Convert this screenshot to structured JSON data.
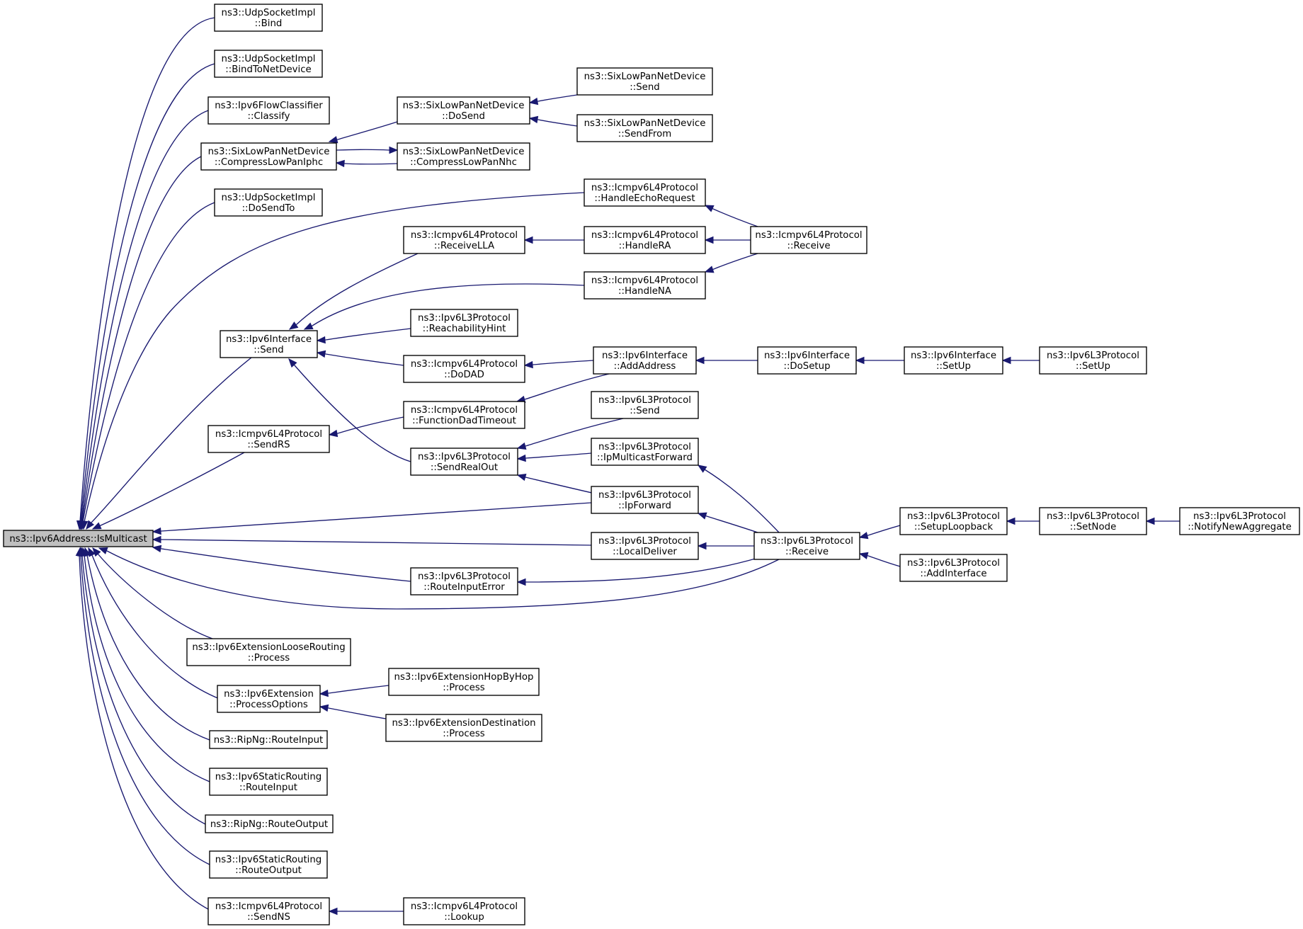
{
  "graph": {
    "title": "",
    "edge_color": "#191970",
    "root_fill": "#bfbfbf",
    "nodes": [
      {
        "id": "n_ismulticast",
        "lines": [
          "ns3::Ipv6Address::IsMulticast"
        ],
        "root": true
      },
      {
        "id": "n_bind",
        "lines": [
          "ns3::UdpSocketImpl",
          "::Bind"
        ]
      },
      {
        "id": "n_bindtonet",
        "lines": [
          "ns3::UdpSocketImpl",
          "::BindToNetDevice"
        ]
      },
      {
        "id": "n_classify",
        "lines": [
          "ns3::Ipv6FlowClassifier",
          "::Classify"
        ]
      },
      {
        "id": "n_compress_iphc",
        "lines": [
          "ns3::SixLowPanNetDevice",
          "::CompressLowPanIphc"
        ]
      },
      {
        "id": "n_dosendto",
        "lines": [
          "ns3::UdpSocketImpl",
          "::DoSendTo"
        ]
      },
      {
        "id": "n_ipv6if_send",
        "lines": [
          "ns3::Ipv6Interface",
          "::Send"
        ]
      },
      {
        "id": "n_sendrs",
        "lines": [
          "ns3::Icmpv6L4Protocol",
          "::SendRS"
        ]
      },
      {
        "id": "n_extloose",
        "lines": [
          "ns3::Ipv6ExtensionLooseRouting",
          "::Process"
        ]
      },
      {
        "id": "n_processoptions",
        "lines": [
          "ns3::Ipv6Extension",
          "::ProcessOptions"
        ]
      },
      {
        "id": "n_ripng_routeinput",
        "lines": [
          "ns3::RipNg::RouteInput"
        ]
      },
      {
        "id": "n_static_routeinput",
        "lines": [
          "ns3::Ipv6StaticRouting",
          "::RouteInput"
        ]
      },
      {
        "id": "n_ripng_routeoutput",
        "lines": [
          "ns3::RipNg::RouteOutput"
        ]
      },
      {
        "id": "n_static_routeoutput",
        "lines": [
          "ns3::Ipv6StaticRouting",
          "::RouteOutput"
        ]
      },
      {
        "id": "n_sendns",
        "lines": [
          "ns3::Icmpv6L4Protocol",
          "::SendNS"
        ]
      },
      {
        "id": "n_dosend",
        "lines": [
          "ns3::SixLowPanNetDevice",
          "::DoSend"
        ]
      },
      {
        "id": "n_compress_nhc",
        "lines": [
          "ns3::SixLowPanNetDevice",
          "::CompressLowPanNhc"
        ]
      },
      {
        "id": "n_receivella",
        "lines": [
          "ns3::Icmpv6L4Protocol",
          "::ReceiveLLA"
        ]
      },
      {
        "id": "n_reachability",
        "lines": [
          "ns3::Ipv6L3Protocol",
          "::ReachabilityHint"
        ]
      },
      {
        "id": "n_dodad",
        "lines": [
          "ns3::Icmpv6L4Protocol",
          "::DoDAD"
        ]
      },
      {
        "id": "n_funcdad",
        "lines": [
          "ns3::Icmpv6L4Protocol",
          "::FunctionDadTimeout"
        ]
      },
      {
        "id": "n_sendrealout",
        "lines": [
          "ns3::Ipv6L3Protocol",
          "::SendRealOut"
        ]
      },
      {
        "id": "n_routeinputerror",
        "lines": [
          "ns3::Ipv6L3Protocol",
          "::RouteInputError"
        ]
      },
      {
        "id": "n_hopbyhop",
        "lines": [
          "ns3::Ipv6ExtensionHopByHop",
          "::Process"
        ]
      },
      {
        "id": "n_destination",
        "lines": [
          "ns3::Ipv6ExtensionDestination",
          "::Process"
        ]
      },
      {
        "id": "n_lookup",
        "lines": [
          "ns3::Icmpv6L4Protocol",
          "::Lookup"
        ]
      },
      {
        "id": "n_sixlow_send",
        "lines": [
          "ns3::SixLowPanNetDevice",
          "::Send"
        ]
      },
      {
        "id": "n_sixlow_sendfrom",
        "lines": [
          "ns3::SixLowPanNetDevice",
          "::SendFrom"
        ]
      },
      {
        "id": "n_handleecho",
        "lines": [
          "ns3::Icmpv6L4Protocol",
          "::HandleEchoRequest"
        ]
      },
      {
        "id": "n_handlera",
        "lines": [
          "ns3::Icmpv6L4Protocol",
          "::HandleRA"
        ]
      },
      {
        "id": "n_handlena",
        "lines": [
          "ns3::Icmpv6L4Protocol",
          "::HandleNA"
        ]
      },
      {
        "id": "n_addaddress",
        "lines": [
          "ns3::Ipv6Interface",
          "::AddAddress"
        ]
      },
      {
        "id": "n_l3_send",
        "lines": [
          "ns3::Ipv6L3Protocol",
          "::Send"
        ]
      },
      {
        "id": "n_ipmcfwd",
        "lines": [
          "ns3::Ipv6L3Protocol",
          "::IpMulticastForward"
        ]
      },
      {
        "id": "n_ipforward",
        "lines": [
          "ns3::Ipv6L3Protocol",
          "::IpForward"
        ]
      },
      {
        "id": "n_localdeliver",
        "lines": [
          "ns3::Ipv6L3Protocol",
          "::LocalDeliver"
        ]
      },
      {
        "id": "n_icmp_receive",
        "lines": [
          "ns3::Icmpv6L4Protocol",
          "::Receive"
        ]
      },
      {
        "id": "n_dosetup",
        "lines": [
          "ns3::Ipv6Interface",
          "::DoSetup"
        ]
      },
      {
        "id": "n_l3_receive",
        "lines": [
          "ns3::Ipv6L3Protocol",
          "::Receive"
        ]
      },
      {
        "id": "n_if_setup",
        "lines": [
          "ns3::Ipv6Interface",
          "::SetUp"
        ]
      },
      {
        "id": "n_setuploopback",
        "lines": [
          "ns3::Ipv6L3Protocol",
          "::SetupLoopback"
        ]
      },
      {
        "id": "n_addinterface",
        "lines": [
          "ns3::Ipv6L3Protocol",
          "::AddInterface"
        ]
      },
      {
        "id": "n_l3_setup",
        "lines": [
          "ns3::Ipv6L3Protocol",
          "::SetUp"
        ]
      },
      {
        "id": "n_setnode",
        "lines": [
          "ns3::Ipv6L3Protocol",
          "::SetNode"
        ]
      },
      {
        "id": "n_notifynewagg",
        "lines": [
          "ns3::Ipv6L3Protocol",
          "::NotifyNewAggregate"
        ]
      }
    ],
    "edges": [
      [
        "n_ismulticast",
        "n_bind"
      ],
      [
        "n_ismulticast",
        "n_bindtonet"
      ],
      [
        "n_ismulticast",
        "n_classify"
      ],
      [
        "n_ismulticast",
        "n_compress_iphc"
      ],
      [
        "n_ismulticast",
        "n_dosendto"
      ],
      [
        "n_ismulticast",
        "n_handleecho"
      ],
      [
        "n_ismulticast",
        "n_ipv6if_send"
      ],
      [
        "n_ismulticast",
        "n_sendrs"
      ],
      [
        "n_ismulticast",
        "n_ipforward"
      ],
      [
        "n_ismulticast",
        "n_localdeliver"
      ],
      [
        "n_ismulticast",
        "n_routeinputerror"
      ],
      [
        "n_ismulticast",
        "n_l3_receive"
      ],
      [
        "n_ismulticast",
        "n_extloose"
      ],
      [
        "n_ismulticast",
        "n_processoptions"
      ],
      [
        "n_ismulticast",
        "n_ripng_routeinput"
      ],
      [
        "n_ismulticast",
        "n_static_routeinput"
      ],
      [
        "n_ismulticast",
        "n_ripng_routeoutput"
      ],
      [
        "n_ismulticast",
        "n_static_routeoutput"
      ],
      [
        "n_ismulticast",
        "n_sendns"
      ],
      [
        "n_compress_iphc",
        "n_dosend"
      ],
      [
        "n_compress_iphc",
        "n_compress_nhc"
      ],
      [
        "n_compress_nhc",
        "n_compress_iphc"
      ],
      [
        "n_dosend",
        "n_sixlow_send"
      ],
      [
        "n_dosend",
        "n_sixlow_sendfrom"
      ],
      [
        "n_ipv6if_send",
        "n_receivella"
      ],
      [
        "n_ipv6if_send",
        "n_handlena"
      ],
      [
        "n_ipv6if_send",
        "n_reachability"
      ],
      [
        "n_ipv6if_send",
        "n_dodad"
      ],
      [
        "n_ipv6if_send",
        "n_sendrealout"
      ],
      [
        "n_sendrs",
        "n_funcdad"
      ],
      [
        "n_receivella",
        "n_handlera"
      ],
      [
        "n_handleecho",
        "n_icmp_receive"
      ],
      [
        "n_handlera",
        "n_icmp_receive"
      ],
      [
        "n_handlena",
        "n_icmp_receive"
      ],
      [
        "n_dodad",
        "n_addaddress"
      ],
      [
        "n_funcdad",
        "n_addaddress"
      ],
      [
        "n_addaddress",
        "n_dosetup"
      ],
      [
        "n_dosetup",
        "n_if_setup"
      ],
      [
        "n_if_setup",
        "n_l3_setup"
      ],
      [
        "n_sendrealout",
        "n_l3_send"
      ],
      [
        "n_sendrealout",
        "n_ipmcfwd"
      ],
      [
        "n_sendrealout",
        "n_ipforward"
      ],
      [
        "n_ipmcfwd",
        "n_l3_receive"
      ],
      [
        "n_ipforward",
        "n_l3_receive"
      ],
      [
        "n_localdeliver",
        "n_l3_receive"
      ],
      [
        "n_routeinputerror",
        "n_l3_receive"
      ],
      [
        "n_l3_receive",
        "n_setuploopback"
      ],
      [
        "n_l3_receive",
        "n_addinterface"
      ],
      [
        "n_setuploopback",
        "n_setnode"
      ],
      [
        "n_setnode",
        "n_notifynewagg"
      ],
      [
        "n_processoptions",
        "n_hopbyhop"
      ],
      [
        "n_processoptions",
        "n_destination"
      ],
      [
        "n_sendns",
        "n_lookup"
      ]
    ]
  }
}
